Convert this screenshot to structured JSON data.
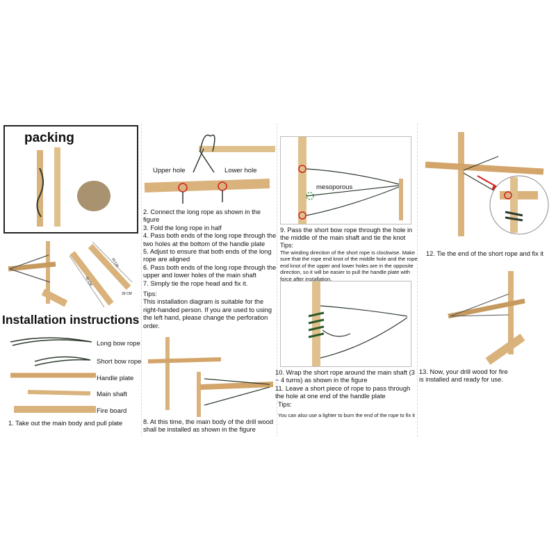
{
  "packing": {
    "title": "packing"
  },
  "dimensions": {
    "a": "33 CM",
    "b": "40 CM",
    "c": "39 CM"
  },
  "installation_title": "Installation instructions",
  "parts": [
    "Long bow rope",
    "Short bow rope",
    "Handle plate",
    "Main shaft",
    "Fire board"
  ],
  "step1": "1. Take out the main body and pull plate",
  "holes": {
    "upper": "Upper hole",
    "lower": "Lower hole"
  },
  "steps_2_7": [
    "2. Connect the long rope as shown in the figure",
    "3. Fold the long rope in half",
    "4. Pass both ends of the long rope through the two holes at the bottom of the handle plate",
    "5. Adjust to ensure that both ends of the long rope are aligned",
    "6. Pass both ends of the long rope through the upper and lower holes of the main shaft",
    "7. Simply tie the rope head and fix it."
  ],
  "tips_label": "Tips:",
  "tips_col2": "This installation diagram is suitable for the right-handed person. If you are used to using the left hand, please change the perforation order.",
  "step8": "8. At this time, the main body of the drill wood shall be installed as shown in the figure",
  "mesoporous": "mesoporous",
  "step9": "9. Pass the short bow rope through the hole in the middle of the main shaft and tie the knot",
  "tips_col3a": "The winding direction of the short rope is clockwise. Make sure that the rope end knot of the middle hole and the rope end knot of the upper and lower holes are in the opposite direction, so it will be easier to pull the handle plate with force after installation.",
  "step10": "10. Wrap the short rope around the main shaft (3 ~ 4 turns) as shown in the figure",
  "step11": "11. Leave a short piece of rope to pass through the hole at one end of the handle plate",
  "tips_col3b": "You can also use a lighter to burn the end of the rope to fix it",
  "step12": "12. Tie the end of the short rope and fix it",
  "step13": "13. Now, your drill wood for fire is installed and ready for use.",
  "colors": {
    "wood": "#d9b27c",
    "rope": "#2c3a2c",
    "accent_red": "#d02020",
    "accent_green": "#2a9a3a"
  }
}
